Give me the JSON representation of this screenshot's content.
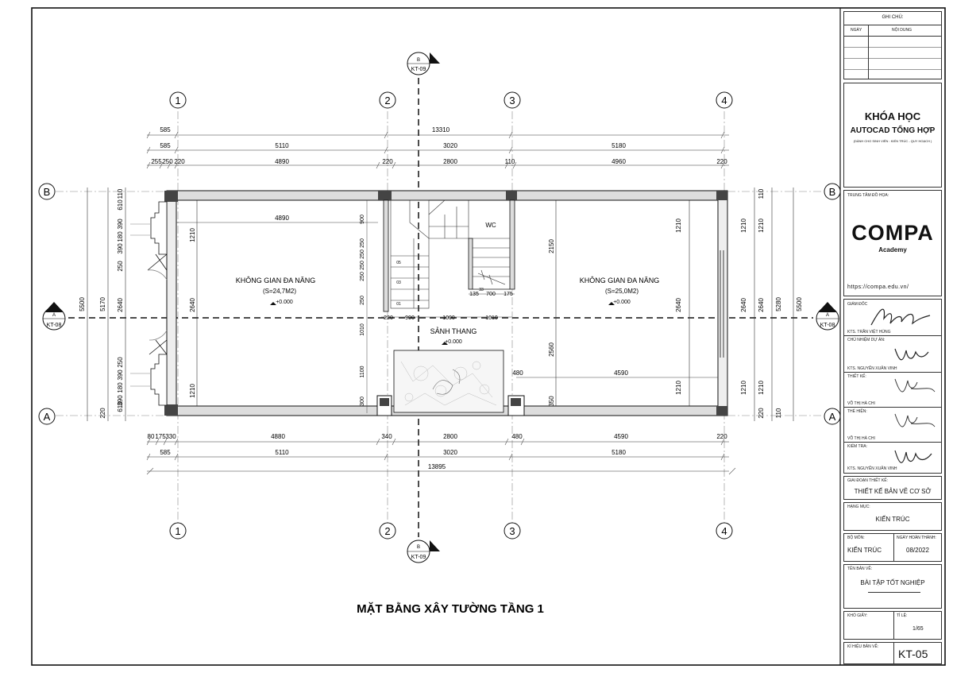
{
  "drawing": {
    "title": "MẶT BẰNG XÂY TƯỜNG TẦNG 1",
    "grid_cols": [
      "1",
      "2",
      "3",
      "4"
    ],
    "grid_rows": [
      "A",
      "B"
    ],
    "section_a": {
      "letter": "A",
      "sheet": "KT-08"
    },
    "section_b": {
      "letter": "B",
      "sheet": "KT-09"
    },
    "dims_top": {
      "overall": "13310",
      "offset": "585",
      "spans": [
        "585",
        "5110",
        "3020",
        "5180"
      ],
      "detail": [
        "255",
        "250",
        "220",
        "4890",
        "220",
        "2800",
        "110",
        "4960",
        "220"
      ]
    },
    "dims_bottom": {
      "overall": "13895",
      "spans": [
        "585",
        "5110",
        "3020",
        "5180"
      ],
      "detail": [
        "80",
        "175",
        "330",
        "4880",
        "340",
        "2800",
        "480",
        "4590",
        "220"
      ]
    },
    "dims_left": {
      "overall": "5500",
      "mid": "5170",
      "detail": [
        "110",
        "610",
        "390",
        "180",
        "390",
        "250",
        "2640",
        "250",
        "390",
        "180",
        "390",
        "610",
        "220"
      ],
      "inner": [
        "1210",
        "2640",
        "1210"
      ]
    },
    "dims_right": {
      "overall": "5500",
      "mid": "5280",
      "outer": [
        "110",
        "1210",
        "2640",
        "1210",
        "220",
        "110"
      ],
      "inner": [
        "1210",
        "2640",
        "1210"
      ],
      "dims_room": [
        "2150",
        "2560",
        "350"
      ]
    },
    "interior_dims": {
      "left_room_w": "4890",
      "right_room_w": "4590",
      "right_room_off": "480",
      "stair_w": [
        "220",
        "900",
        "1000",
        "1010"
      ],
      "stair_h": [
        "900",
        "250",
        "250",
        "250",
        "250",
        "250"
      ],
      "core_h": [
        "1010",
        "1100",
        "300"
      ],
      "wc_w": [
        "135",
        "700",
        "175"
      ],
      "wc_small": "33"
    },
    "rooms": [
      {
        "name": "KHÔNG GIAN ĐA NĂNG",
        "area": "(S=24,7M2)",
        "level": "+0.000"
      },
      {
        "name": "KHÔNG GIAN ĐA NĂNG",
        "area": "(S=25,0M2)",
        "level": "+0.000"
      }
    ],
    "lobby": {
      "name": "SẢNH THANG",
      "level": "+0.000"
    },
    "wc": "WC",
    "stair_numbers": [
      "05",
      "03",
      "01"
    ]
  },
  "titleblock": {
    "notes_title": "GHI CHÚ:",
    "notes_cols": [
      "NGÀY",
      "NỘI DUNG"
    ],
    "course_line1": "KHÓA HỌC",
    "course_line2": "AUTOCAD TỔNG HỢP",
    "course_sub": "(DÀNH CHO SINH VIÊN : KIẾN TRÚC - QUY HOẠCH )",
    "center_label": "TRUNG TÂM ĐỒ HỌA:",
    "logo_text": "COMPA",
    "logo_sub": "Academy",
    "website": "https://compa.edu.vn/",
    "director_label": "GIÁM ĐỐC",
    "director_name": "KTS. TRẦN VIỆT HÙNG",
    "pm_label": "CHỦ NHIỆM DỰ ÁN:",
    "pm_name": "KTS. NGUYỄN XUÂN VINH",
    "design_label": "THIẾT KẾ:",
    "design_name": "VÕ THỊ HÀ CHI",
    "draw_label": "THỂ HIỆN:",
    "draw_name": "VÕ THỊ HÀ CHI",
    "check_label": "KIỂM TRA:",
    "check_name": "KTS. NGUYỄN XUÂN VINH",
    "phase_label": "GIAI ĐOẠN THIẾT KẾ:",
    "phase_value": "THIẾT KẾ BẢN VẼ CƠ SỞ",
    "item_label": "HẠNG MỤC:",
    "item_value": "KIẾN TRÚC",
    "dept_label": "BỘ MÔN:",
    "dept_value": "KIẾN TRÚC",
    "date_label": "NGÀY HOÀN THÀNH:",
    "date_value": "08/2022",
    "sheetname_label": "TÊN BẢN VẼ:",
    "sheetname_value": "BÀI TẬP TỐT NGHIỆP",
    "size_label": "KHỔ GIẤY:",
    "scale_label": "TỈ LỆ:",
    "scale_value": "1/65",
    "code_label": "KÍ HIỆU BẢN VẼ:",
    "code_value": "KT-05"
  }
}
